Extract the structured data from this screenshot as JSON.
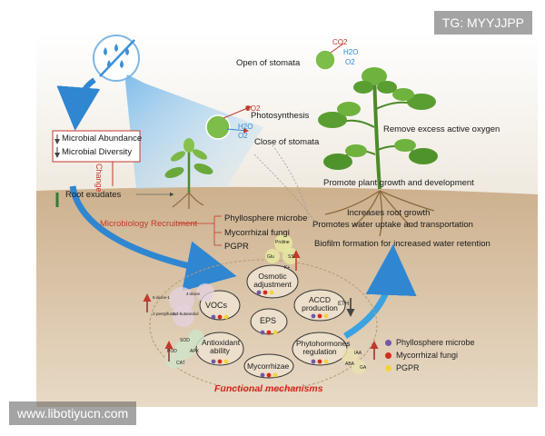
{
  "watermarks": {
    "top_right": "TG: MYYJJPP",
    "bottom_left": "www.libotiyucn.com"
  },
  "changes_box": {
    "line1": "Microbial Abundance",
    "line2": "Microbial Diversity",
    "change": "Change"
  },
  "labels": {
    "root_exudates": "Root exudates",
    "microbiology_recruitment": "Microbiology Recruitment",
    "phyllosphere_microbe": "Phyllosphere microbe",
    "mycorrhizal_fungi": "Mycorrhizal fungi",
    "pgpr": "PGPR",
    "photosynthesis": "Photosynthesis",
    "close_of_stomata": "Close of stomata",
    "open_of_stomata": "Open of stomata",
    "remove_excess_oxygen": "Remove excess active oxygen",
    "promote_growth": "Promote plant growth and development",
    "increases_root_growth": "Increases root growth",
    "water_uptake": "Promotes water uptake and transportation",
    "biofilm": "Biofilm formation for increased water retention",
    "functional_mechanisms": "Functional mechanisms"
  },
  "gases": {
    "co2": "CO2",
    "h2o": "H2O",
    "o2": "O2"
  },
  "mechanisms": {
    "osmotic": "Osmotic adjustment",
    "accd": "ACCD production",
    "vocs": "VOCs",
    "eps": "EPS",
    "antioxidant": "Antioxidant ability",
    "phytohormones": "Phytohormones regulation",
    "mycorrhizae": "Mycorrhizae"
  },
  "small_labels": {
    "proline": "Proline",
    "glu": "Glu",
    "ss": "SS",
    "k": "K+",
    "eth": "ETH",
    "sod": "SOD",
    "pod": "POD",
    "apx": "APX",
    "cat": "CAT",
    "iaa": "IAA",
    "aba": "ABA",
    "ga": "GA",
    "voc1": "5-dione-1",
    "voc2": "4-dione",
    "voc3": "2-pentylfuran",
    "voc4": "2,3-butanediol"
  },
  "legend": [
    {
      "label": "Phyllosphere microbe",
      "color": "#6f5aa8"
    },
    {
      "label": "Mycorrhizal fungi",
      "color": "#d62a1e"
    },
    {
      "label": "PGPR",
      "color": "#f2d43a"
    }
  ],
  "colors": {
    "soil": "#d9c4a6",
    "soil_dark": "#c9ad88",
    "sky_beam": "#8ec8ee",
    "arrow_blue": "#3b8fd6",
    "title_red": "#d1261c"
  }
}
